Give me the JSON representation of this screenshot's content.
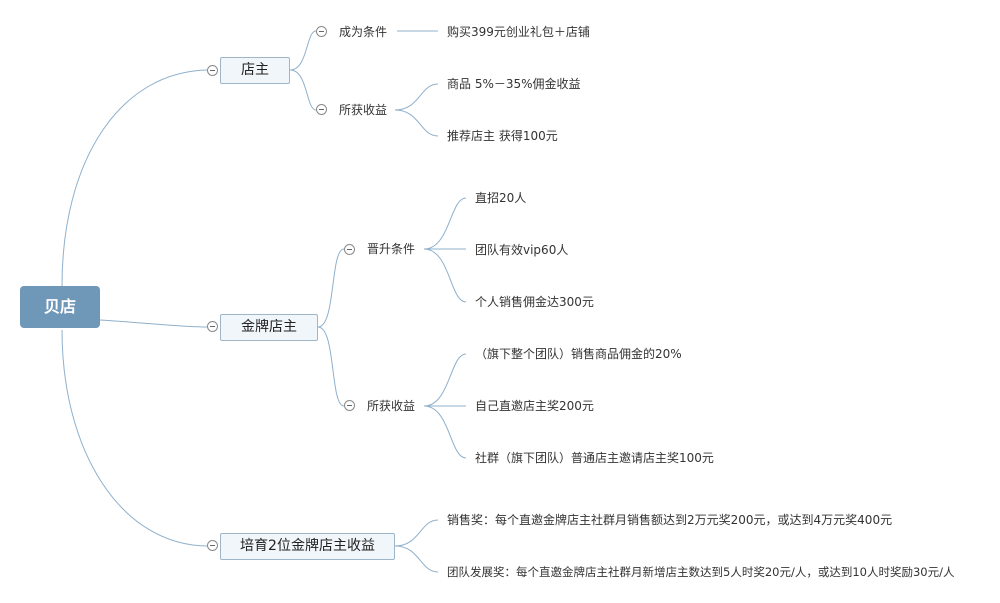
{
  "root": {
    "label": "贝店"
  },
  "branches": [
    {
      "label": "店主",
      "children": [
        {
          "label": "成为条件",
          "items": [
            "购买399元创业礼包＋店铺"
          ]
        },
        {
          "label": "所获收益",
          "items": [
            "商品 5%－35%佣金收益",
            "推荐店主 获得100元"
          ]
        }
      ]
    },
    {
      "label": "金牌店主",
      "children": [
        {
          "label": "晋升条件",
          "items": [
            "直招20人",
            "团队有效vip60人",
            "个人销售佣金达300元"
          ]
        },
        {
          "label": "所获收益",
          "items": [
            "（旗下整个团队）销售商品佣金的20%",
            "自己直邀店主奖200元",
            "社群（旗下团队）普通店主邀请店主奖100元"
          ]
        }
      ]
    },
    {
      "label": "培育2位金牌店主收益",
      "items": [
        "销售奖：每个直邀金牌店主社群月销售额达到2万元奖200元，或达到4万元奖400元",
        "团队发展奖：每个直邀金牌店主社群月新增店主数达到5人时奖20元/人，或达到10人时奖励30元/人"
      ]
    }
  ],
  "colors": {
    "line": "#8fb0cc",
    "root_fill": "#6f97b8",
    "node_fill": "#f1f6fb",
    "node_border": "#9fb6c9"
  }
}
